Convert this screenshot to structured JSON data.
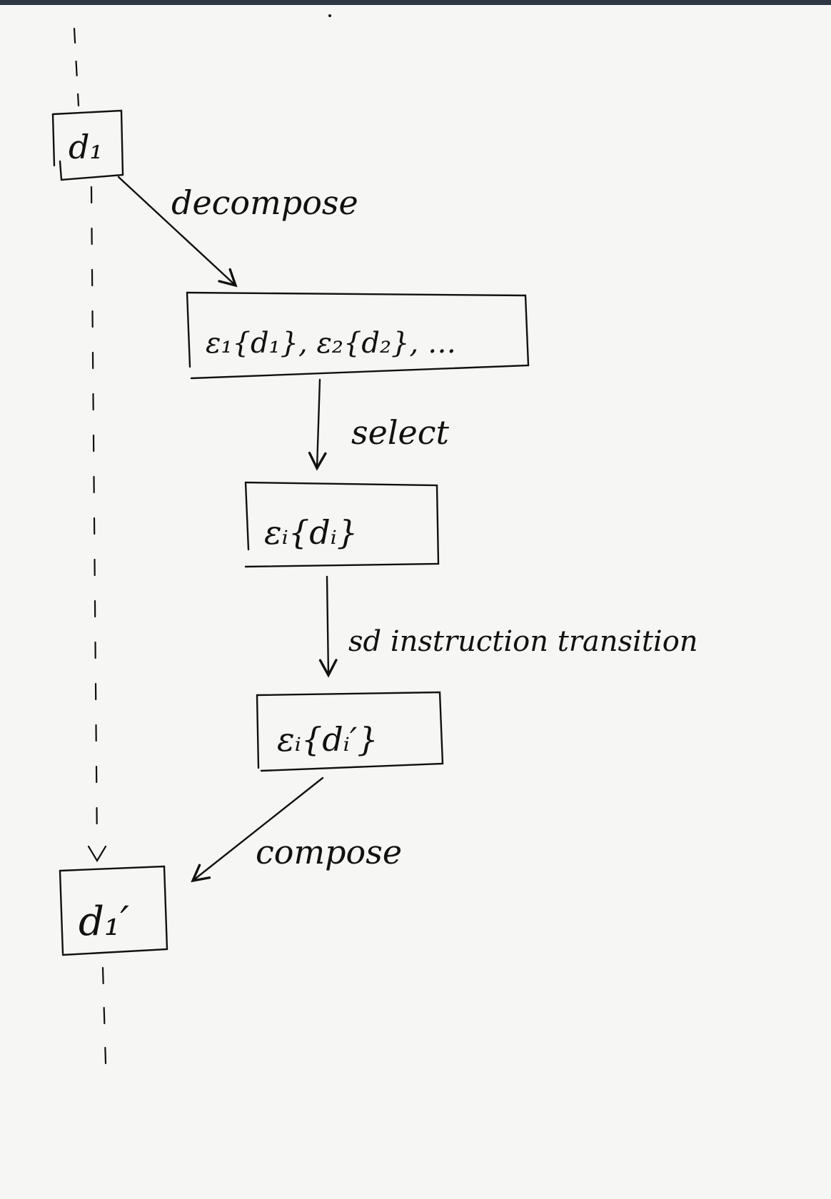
{
  "diagram": {
    "nodes": {
      "d1": "d₁",
      "decomposed": "ε₁{d₁}, ε₂{d₂}, …",
      "selected": "εᵢ{dᵢ}",
      "transitioned": "εᵢ{dᵢ′}",
      "d1_prime": "d₁′"
    },
    "edges": {
      "decompose": "decompose",
      "select": "select",
      "instruction_transition": "sd instruction transition",
      "compose": "compose"
    }
  },
  "colors": {
    "paper": "#f6f6f4",
    "ink": "#111111",
    "top_bar": "#2f3744"
  }
}
